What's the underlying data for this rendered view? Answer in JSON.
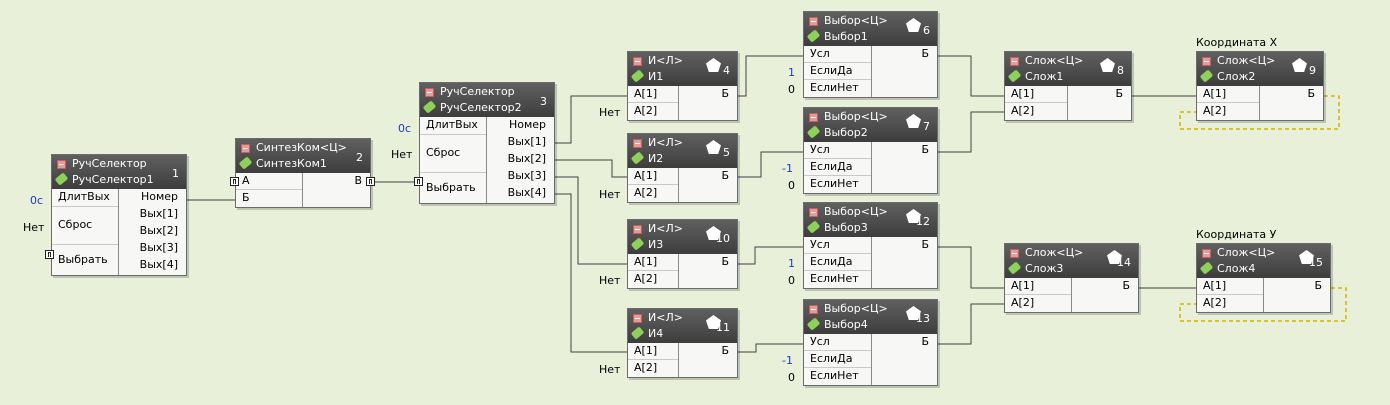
{
  "blocks": [
    {
      "id": "b1",
      "type": "РучСелектор",
      "name": "РучСелектор1",
      "num": "1",
      "pent": false,
      "inputs": [
        "ДлитВых",
        "Сброс",
        "Выбрать"
      ],
      "outputs": [
        "Номер",
        "Вых[1]",
        "Вых[2]",
        "Вых[3]",
        "Вых[4]"
      ]
    },
    {
      "id": "b2",
      "type": "СинтезКом<Ц>",
      "name": "СинтезКом1",
      "num": "2",
      "pent": false,
      "inputs": [
        "А",
        "Б"
      ],
      "outputs": [
        "В"
      ]
    },
    {
      "id": "b3",
      "type": "РучСелектор",
      "name": "РучСелектор2",
      "num": "3",
      "pent": false,
      "inputs": [
        "ДлитВых",
        "Сброс",
        "Выбрать"
      ],
      "outputs": [
        "Номер",
        "Вых[1]",
        "Вых[2]",
        "Вых[3]",
        "Вых[4]"
      ]
    },
    {
      "id": "b4",
      "type": "И<Л>",
      "name": "И1",
      "num": "4",
      "pent": true,
      "inputs": [
        "А[1]",
        "А[2]"
      ],
      "outputs": [
        "Б"
      ]
    },
    {
      "id": "b5",
      "type": "И<Л>",
      "name": "И2",
      "num": "5",
      "pent": true,
      "inputs": [
        "А[1]",
        "А[2]"
      ],
      "outputs": [
        "Б"
      ]
    },
    {
      "id": "b10",
      "type": "И<Л>",
      "name": "И3",
      "num": "10",
      "pent": true,
      "inputs": [
        "А[1]",
        "А[2]"
      ],
      "outputs": [
        "Б"
      ]
    },
    {
      "id": "b11",
      "type": "И<Л>",
      "name": "И4",
      "num": "11",
      "pent": true,
      "inputs": [
        "А[1]",
        "А[2]"
      ],
      "outputs": [
        "Б"
      ]
    },
    {
      "id": "b6",
      "type": "Выбор<Ц>",
      "name": "Выбор1",
      "num": "6",
      "pent": true,
      "inputs": [
        "Усл",
        "ЕслиДа",
        "ЕслиНет"
      ],
      "outputs": [
        "Б"
      ]
    },
    {
      "id": "b7",
      "type": "Выбор<Ц>",
      "name": "Выбор2",
      "num": "7",
      "pent": true,
      "inputs": [
        "Усл",
        "ЕслиДа",
        "ЕслиНет"
      ],
      "outputs": [
        "Б"
      ]
    },
    {
      "id": "b12",
      "type": "Выбор<Ц>",
      "name": "Выбор3",
      "num": "12",
      "pent": true,
      "inputs": [
        "Усл",
        "ЕслиДа",
        "ЕслиНет"
      ],
      "outputs": [
        "Б"
      ]
    },
    {
      "id": "b13",
      "type": "Выбор<Ц>",
      "name": "Выбор4",
      "num": "13",
      "pent": true,
      "inputs": [
        "Усл",
        "ЕслиДа",
        "ЕслиНет"
      ],
      "outputs": [
        "Б"
      ]
    },
    {
      "id": "b8",
      "type": "Слож<Ц>",
      "name": "Слож1",
      "num": "8",
      "pent": true,
      "inputs": [
        "А[1]",
        "А[2]"
      ],
      "outputs": [
        "Б"
      ]
    },
    {
      "id": "b14",
      "type": "Слож<Ц>",
      "name": "Слож3",
      "num": "14",
      "pent": true,
      "inputs": [
        "А[1]",
        "А[2]"
      ],
      "outputs": [
        "Б"
      ]
    },
    {
      "id": "b9",
      "type": "Слож<Ц>",
      "name": "Слож2",
      "num": "9",
      "pent": true,
      "inputs": [
        "А[1]",
        "А[2]"
      ],
      "outputs": [
        "Б"
      ]
    },
    {
      "id": "b15",
      "type": "Слож<Ц>",
      "name": "Слож4",
      "num": "15",
      "pent": true,
      "inputs": [
        "А[1]",
        "А[2]"
      ],
      "outputs": [
        "Б"
      ]
    }
  ],
  "labels": {
    "b1_dur": "0с",
    "b1_reset": "Нет",
    "b3_dur": "0с",
    "b3_reset": "Нет",
    "b4_a2": "Нет",
    "b5_a2": "Нет",
    "b10_a2": "Нет",
    "b11_a2": "Нет",
    "b6_yes": "1",
    "b6_no": "0",
    "b7_yes": "-1",
    "b7_no": "0",
    "b12_yes": "1",
    "b12_no": "0",
    "b13_yes": "-1",
    "b13_no": "0",
    "coord_x": "Координата X",
    "coord_y": "Координата У"
  },
  "colors": {
    "background": "#e8f0da",
    "header": "#4a4a4a",
    "wire": "#404040",
    "dashed_wire": "#d4b200",
    "constant": "#1a3bbf"
  }
}
